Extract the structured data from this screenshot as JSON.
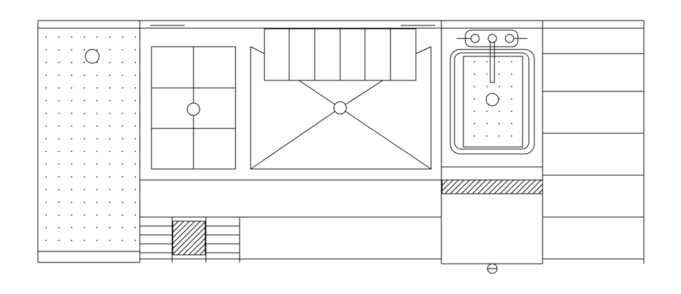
{
  "drawing": {
    "type": "technical-elevation",
    "stroke_color": "#000000",
    "background_color": "#ffffff",
    "modules": [
      {
        "name": "left-dotted-panel",
        "pattern": "dot-grid",
        "fixtures": [
          "knob"
        ]
      },
      {
        "name": "griddle-and-oven",
        "fixtures": [
          "griddle-grid",
          "griddle-knob",
          "oven-door",
          "burner-array",
          "oven-knob"
        ]
      },
      {
        "name": "lower-drawers",
        "fixtures": [
          "drawer-stack",
          "hatched-panel"
        ]
      },
      {
        "name": "fryer",
        "fixtures": [
          "faucet",
          "fryer-basket",
          "hatched-band",
          "drain-symbol"
        ]
      },
      {
        "name": "right-panels",
        "fixtures": [
          "shelf-lines"
        ]
      }
    ]
  }
}
